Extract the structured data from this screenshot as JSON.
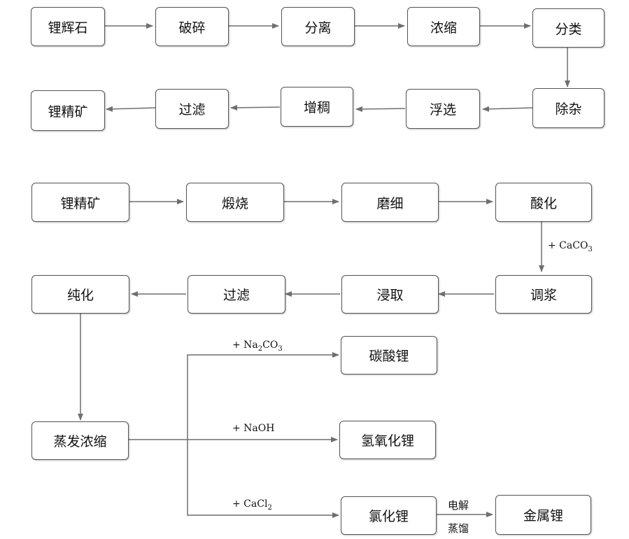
{
  "process1": {
    "row1": [
      "锂辉石",
      "破碎",
      "分离",
      "浓缩",
      "分类"
    ],
    "row2": [
      "锂精矿",
      "过滤",
      "增稠",
      "浮选",
      "除杂"
    ]
  },
  "process2": {
    "row1": [
      "锂精矿",
      "煅烧",
      "磨细",
      "酸化"
    ],
    "row2": [
      "纯化",
      "过滤",
      "浸取",
      "调浆"
    ],
    "evaporate": "蒸发浓缩",
    "products": [
      "碳酸锂",
      "氢氧化锂",
      "氯化锂"
    ],
    "final": "金属锂"
  },
  "labels": {
    "caco3": {
      "prefix": "+ CaCO",
      "sub": "3"
    },
    "na2co3": {
      "prefix": "+ Na",
      "sub1": "2",
      "mid": "CO",
      "sub2": "3"
    },
    "naoh": "+ NaOH",
    "cacl2": {
      "prefix": "+ CaCl",
      "sub": "2"
    },
    "electrolysis": "电解",
    "distillation": "蒸馏"
  },
  "colors": {
    "line": "#6f6f6f",
    "border": "#555555"
  }
}
